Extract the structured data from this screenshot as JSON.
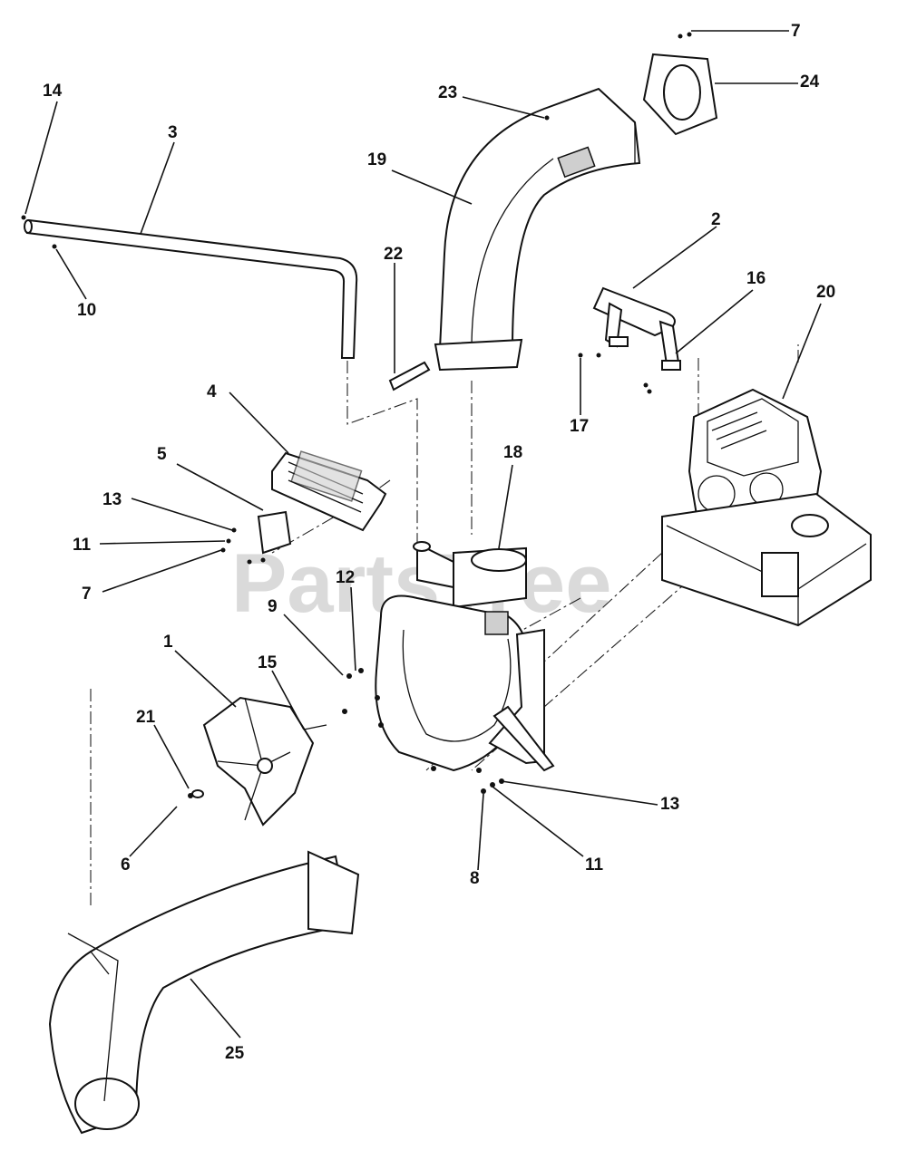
{
  "watermark": "PartsTree",
  "callouts": {
    "c1": "1",
    "c2": "2",
    "c3": "3",
    "c4": "4",
    "c5": "5",
    "c6": "6",
    "c7a": "7",
    "c7b": "7",
    "c8": "8",
    "c9": "9",
    "c10": "10",
    "c11a": "11",
    "c11b": "11",
    "c12": "12",
    "c13a": "13",
    "c13b": "13",
    "c14": "14",
    "c15": "15",
    "c16": "16",
    "c17": "17",
    "c18": "18",
    "c19": "19",
    "c20": "20",
    "c21": "21",
    "c22": "22",
    "c23": "23",
    "c24": "24",
    "c25": "25"
  }
}
